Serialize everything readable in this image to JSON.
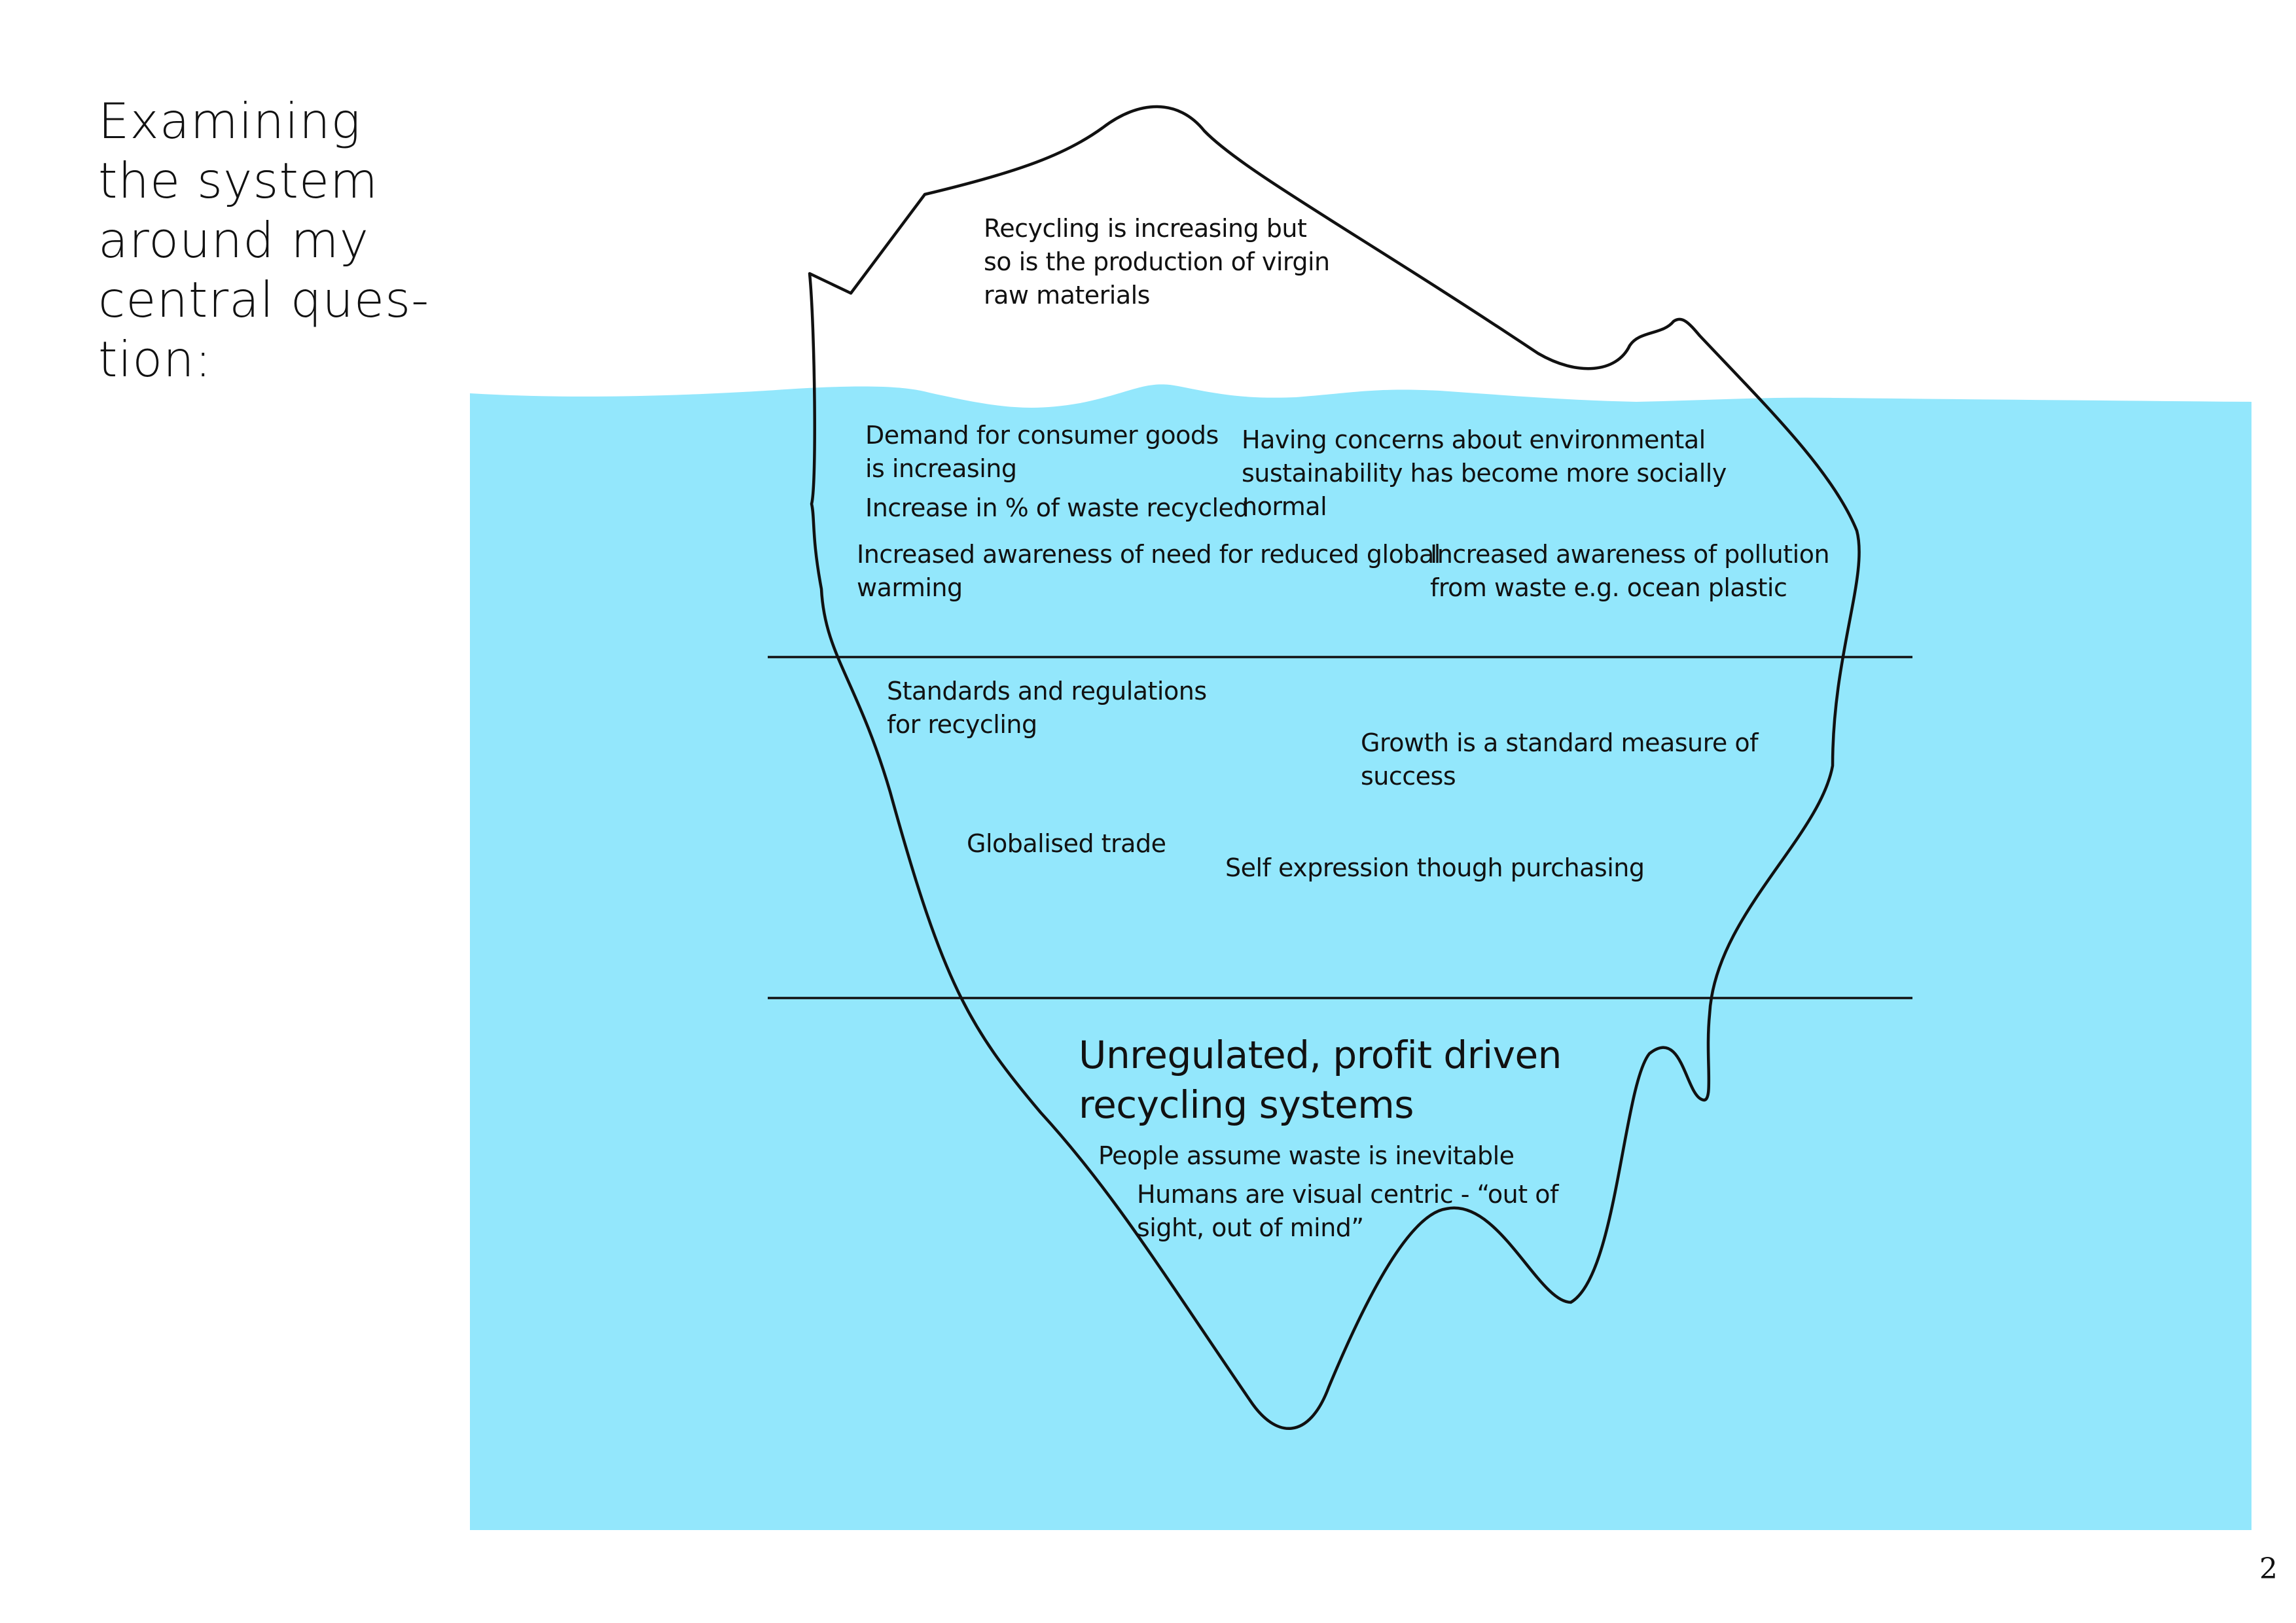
{
  "title_lines": [
    "Examining",
    "the system",
    "around my",
    "central ques-",
    "tion:"
  ],
  "colors": {
    "water": "#93e7fc",
    "outline": "#111111",
    "background": "#ffffff"
  },
  "tip": {
    "recycling_virgin": [
      "Recycling is increasing but",
      "so is the production of virgin",
      "raw materials"
    ]
  },
  "events": {
    "demand": [
      "Demand for consumer goods",
      "is increasing"
    ],
    "increase_recycled": [
      "Increase in % of waste recycled"
    ],
    "concerns": [
      "Having concerns about environmental",
      "sustainability has become  more socially",
      "normal"
    ],
    "global_warming": [
      "Increased awareness of need for reduced  global",
      "warming"
    ],
    "pollution": [
      "Increased awareness of pollution",
      "from waste e.g. ocean plastic"
    ]
  },
  "patterns": {
    "standards": [
      "Standards and regulations",
      "for recycling"
    ],
    "growth": [
      "Growth is a standard measure of",
      "success"
    ],
    "globalised": [
      "Globalised trade"
    ],
    "self_expression": [
      "Self expression though purchasing"
    ]
  },
  "deep": {
    "unregulated": [
      "Unregulated, profit driven",
      "recycling systems"
    ],
    "assume_waste": [
      "People assume waste is inevitable"
    ],
    "visual_centric": [
      "Humans are visual centric - “out of",
      "sight, out of mind”"
    ]
  },
  "page_number": "2"
}
